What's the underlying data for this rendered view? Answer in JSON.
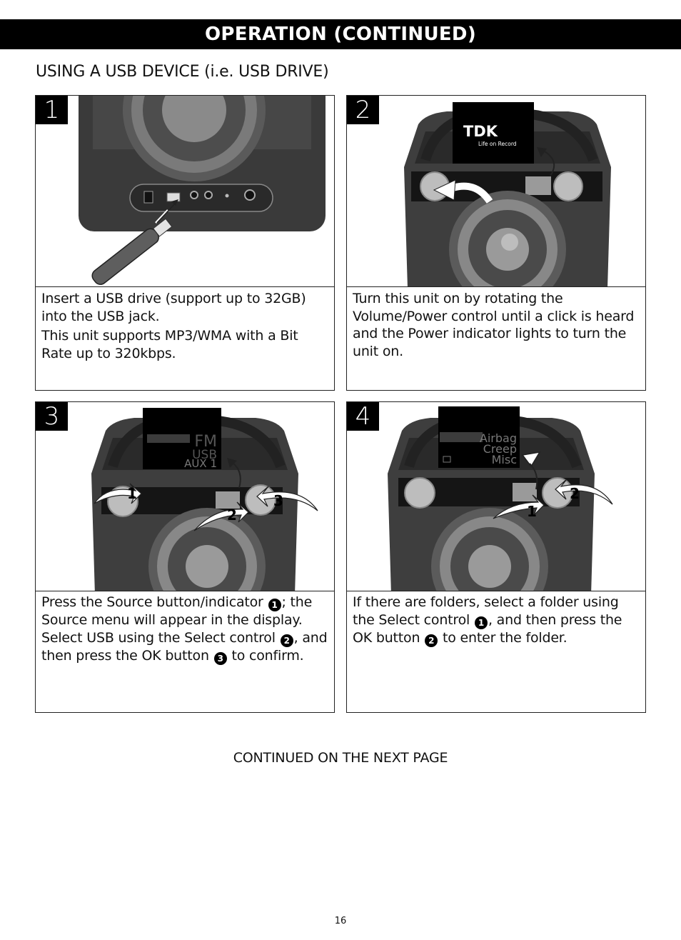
{
  "header": {
    "title": "OPERATION (CONTINUED)"
  },
  "section": {
    "title": "USING A USB DEVICE (i.e. USB DRIVE)"
  },
  "steps": [
    {
      "number": "1",
      "p1": "Insert a USB drive (support up to 32GB) into the USB jack.",
      "p2": "This unit supports MP3/WMA with a Bit Rate up to 320kbps."
    },
    {
      "number": "2",
      "p1": "Turn this unit on by rotating the Volume/Power control until a click is heard and the Power indicator lights to turn the unit on.",
      "logo": "TDK",
      "tagline": "Life on Record"
    },
    {
      "number": "3",
      "t1": "Press the Source button/indicator ",
      "t2": "; the Source menu will appear in the display. Select USB using the Select control ",
      "t3": ", and then press the OK button ",
      "t4": " to confirm.",
      "c1": "1",
      "c2": "2",
      "c3": "3",
      "menu": [
        "FM",
        "USB",
        "AUX 1"
      ],
      "callouts": [
        "1",
        "2",
        "3"
      ]
    },
    {
      "number": "4",
      "t1": "If there are folders, select a folder using the Select control ",
      "t2": ", and then press the OK button ",
      "t3": " to enter the folder.",
      "c1": "1",
      "c2": "2",
      "folders": [
        "Airbag",
        "Creep",
        "Misc"
      ],
      "callouts": [
        "1",
        "2"
      ]
    }
  ],
  "footer": {
    "text": "CONTINUED ON THE NEXT PAGE"
  },
  "page": {
    "number": "16"
  }
}
